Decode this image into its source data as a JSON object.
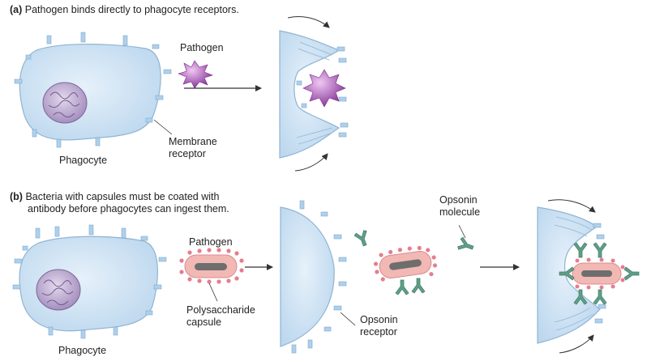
{
  "panel_a": {
    "letter": "(a)",
    "caption": "Pathogen binds directly to phagocyte receptors.",
    "pathogen_label": "Pathogen",
    "membrane_label_line1": "Membrane",
    "membrane_label_line2": "receptor",
    "phagocyte_label": "Phagocyte"
  },
  "panel_b": {
    "letter": "(b)",
    "caption_line1": "Bacteria with capsules must be coated with",
    "caption_line2": "antibody before phagocytes can ingest them.",
    "pathogen_label": "Pathogen",
    "capsule_label_line1": "Polysaccharide",
    "capsule_label_line2": "capsule",
    "opsonin_molecule_line1": "Opsonin",
    "opsonin_molecule_line2": "molecule",
    "opsonin_receptor_line1": "Opsonin",
    "opsonin_receptor_line2": "receptor",
    "phagocyte_label": "Phagocyte"
  },
  "colors": {
    "cell_fill": "#cfe3f3",
    "cell_stroke": "#8fb4d3",
    "nucleus_fill": "#cbb9da",
    "pathogen_purple": "#9a4cab",
    "capsule_pink": "#f2b8b4",
    "capsule_dots": "#e57e8d",
    "bacterium_core": "#6e6e6e",
    "opsonin_green": "#5f9f88"
  }
}
